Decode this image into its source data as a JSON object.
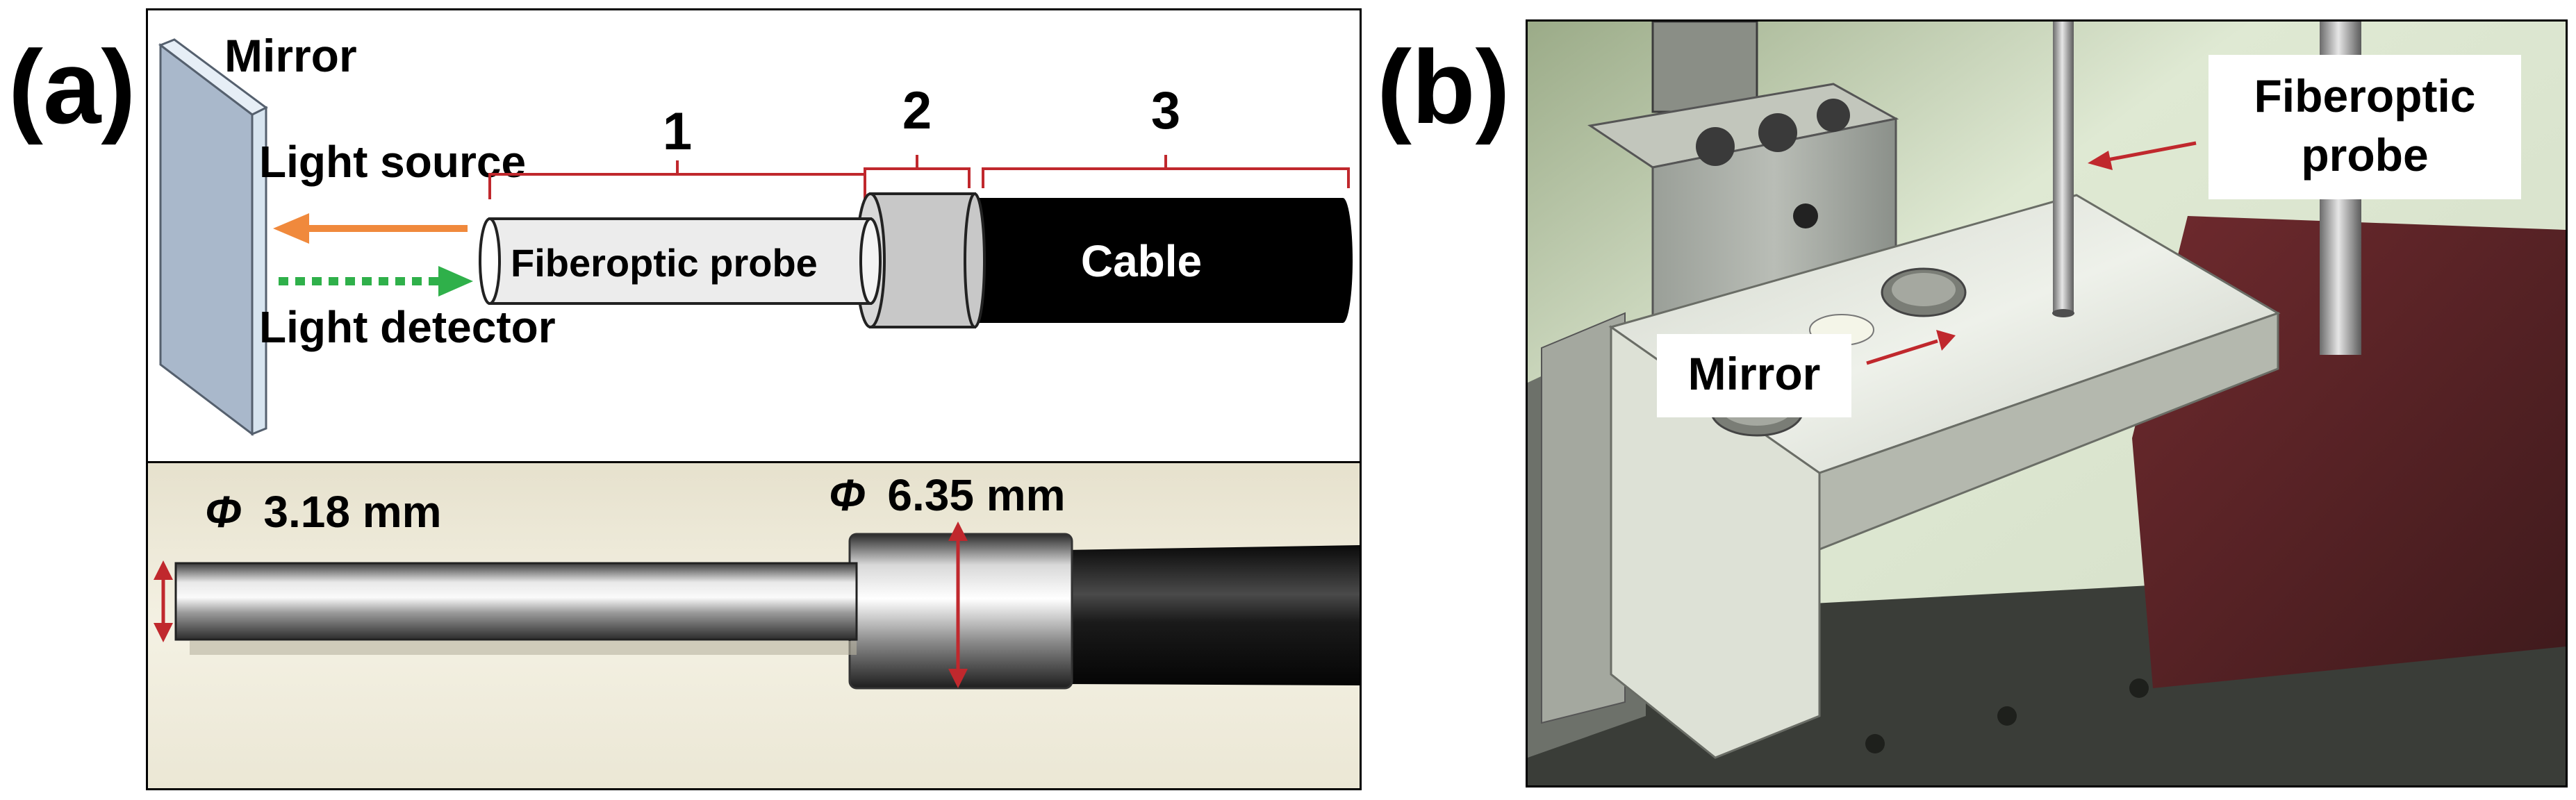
{
  "panel_a": {
    "letter": "(a)",
    "schematic": {
      "mirror_label": "Mirror",
      "light_source_label": "Light source",
      "light_detector_label": "Light detector",
      "section_numbers": [
        "1",
        "2",
        "3"
      ],
      "probe_label": "Fiberoptic probe",
      "cable_label": "Cable"
    },
    "photo": {
      "diameter_small": "3.18 mm",
      "diameter_large": "6.35 mm",
      "phi_symbol": "Φ"
    }
  },
  "panel_b": {
    "letter": "(b)",
    "probe_callout_line1": "Fiberoptic",
    "probe_callout_line2": "probe",
    "mirror_callout": "Mirror"
  },
  "colors": {
    "mirror_face": "#a9b8cb",
    "mirror_edge": "#d7e4ef",
    "light_source_arrow": "#f0893c",
    "light_detector_arrow": "#2fb04a",
    "bracket_red": "#c0282d",
    "probe_body": "#ececec",
    "ferrule": "#c8c8c8",
    "cable": "#000000"
  }
}
